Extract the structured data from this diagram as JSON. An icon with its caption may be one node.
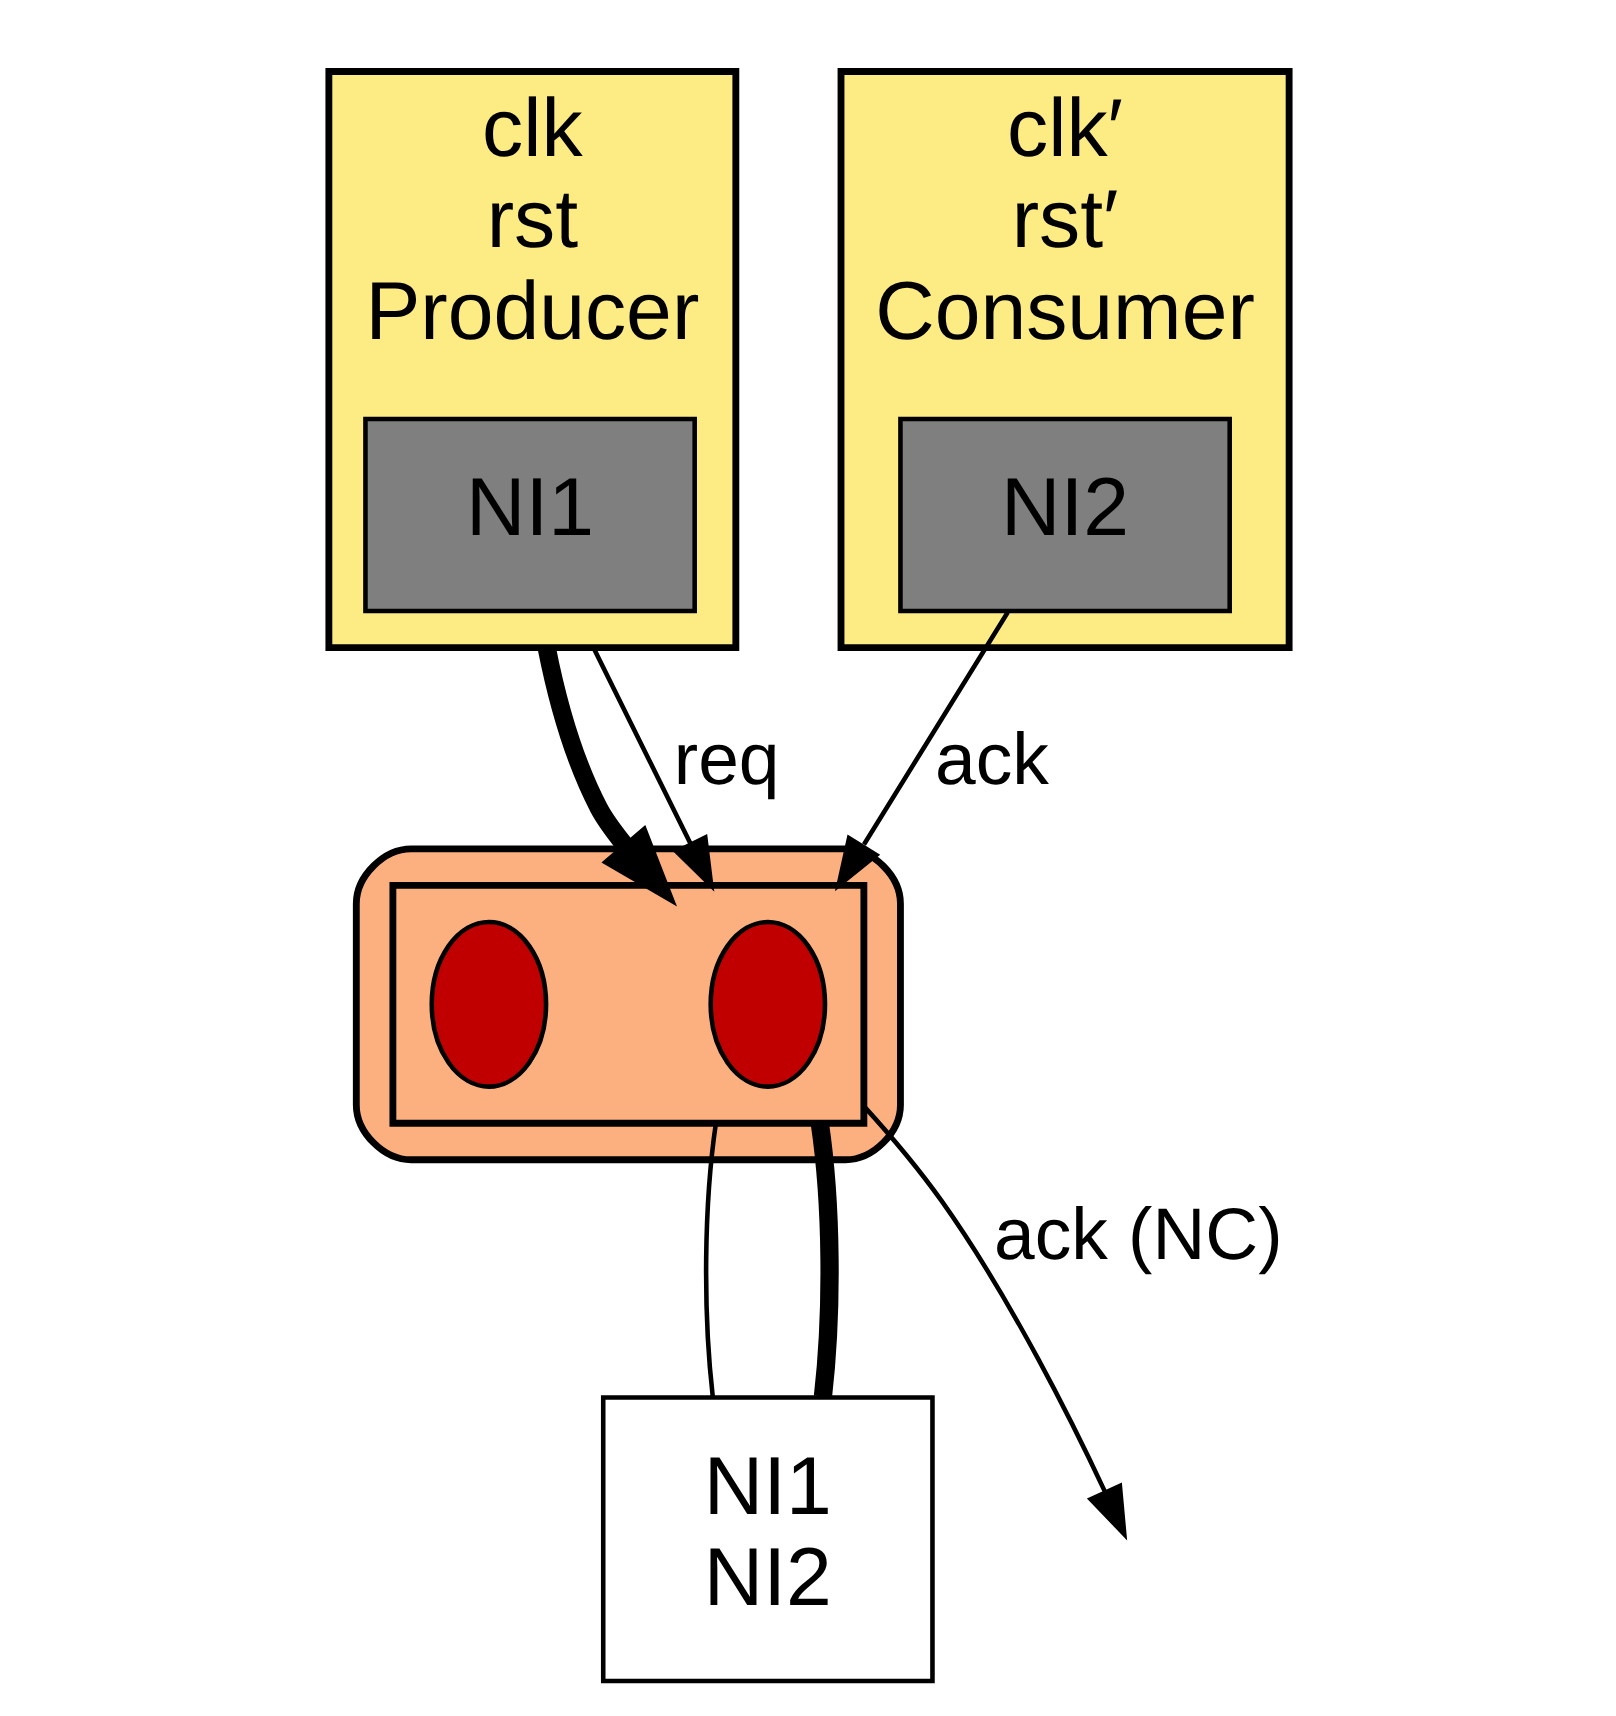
{
  "diagram": {
    "nodes": [
      {
        "text": [
          "clk",
          "rst",
          "Producer"
        ]
      },
      {
        "text": [
          "NI1"
        ],
        "in": 0
      },
      {
        "text": [
          "clk′",
          "rst′",
          "Consumer"
        ]
      },
      {
        "text": [
          "NI2"
        ],
        "in": 2
      },
      {
        "text": [],
        "shape": "box"
      },
      {
        "text": [],
        "shape": "box",
        "in": 4
      },
      {
        "text": [],
        "shape": "ellipse",
        "in": 5
      },
      {
        "text": [],
        "shape": "ellipse",
        "in": 5
      },
      {
        "text": [
          "NI1",
          "NI2"
        ]
      }
    ],
    "edges": [
      {
        "from": 0,
        "to": 5,
        "arrow": "to",
        "style": "thick"
      },
      {
        "from": 0,
        "to": 5,
        "arrow": "to",
        "label": "req"
      },
      {
        "from": 5,
        "to": null,
        "arrow": "to",
        "label": "ack (NC)"
      },
      {
        "from": 3,
        "to": 5,
        "arrow": "to",
        "label": "ack"
      },
      {
        "from": 5,
        "to": 8,
        "arrow": "none"
      },
      {
        "from": 5,
        "to": 8,
        "arrow": "none",
        "style": "thick"
      }
    ]
  }
}
